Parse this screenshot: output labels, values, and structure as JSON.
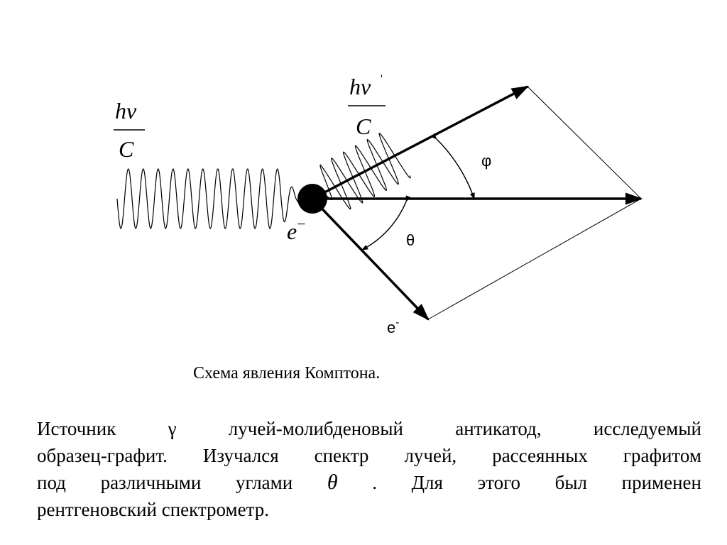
{
  "diagram": {
    "incident_photon": {
      "numerator": "hν",
      "denominator": "C"
    },
    "scattered_photon": {
      "numerator": "hν",
      "prime": "'",
      "denominator": "C"
    },
    "electron_label": {
      "base": "e",
      "sup": "−"
    },
    "recoil_electron_label": {
      "base": "e",
      "sup": "-"
    },
    "angle_phi": "φ",
    "angle_theta": "θ"
  },
  "caption": "Схема явления Комптона.",
  "paragraph": {
    "line1_words": [
      "Источник",
      "γ",
      "лучей-молибденовый",
      "антикатод,",
      "исследуемый"
    ],
    "line2_words": [
      "образец-графит.",
      "Изучался",
      "спектр",
      "лучей,",
      "рассеянных",
      "графитом"
    ],
    "line3_words": [
      "под",
      "различными",
      "углами",
      "θ",
      ".",
      "Для",
      "этого",
      "был",
      "применен"
    ],
    "line4": "рентгеновский спектрометр."
  }
}
